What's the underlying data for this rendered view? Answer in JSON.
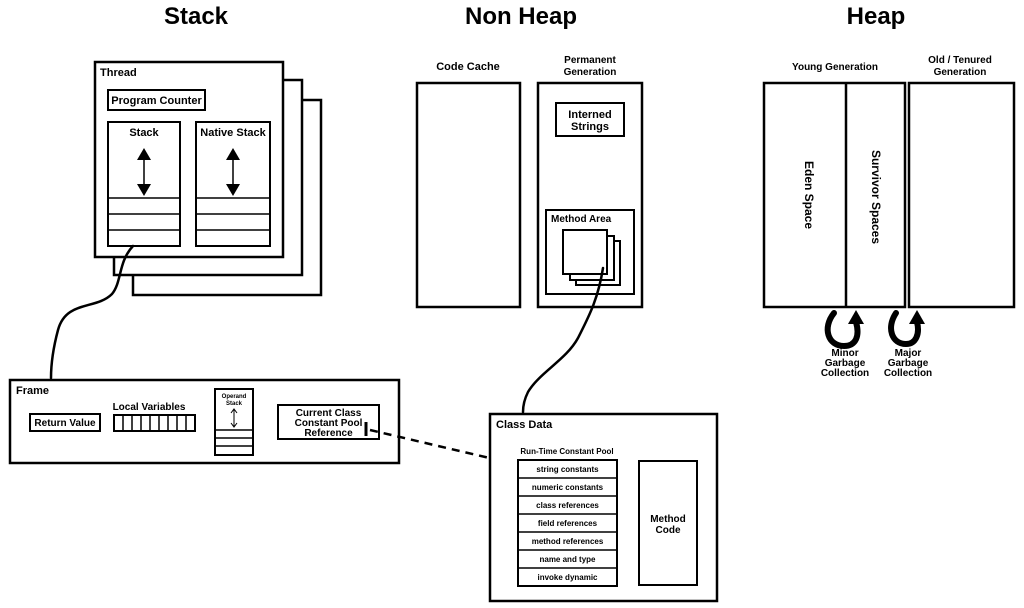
{
  "titles": {
    "stack": "Stack",
    "non_heap": "Non Heap",
    "heap": "Heap"
  },
  "thread": {
    "label": "Thread",
    "program_counter": "Program Counter",
    "stack": "Stack",
    "native_stack": "Native Stack"
  },
  "frame": {
    "label": "Frame",
    "return_value": "Return Value",
    "local_variables": "Local Variables",
    "operand_stack_line1": "Operand",
    "operand_stack_line2": "Stack",
    "ccp_ref_line1": "Current Class",
    "ccp_ref_line2": "Constant Pool",
    "ccp_ref_line3": "Reference"
  },
  "non_heap": {
    "code_cache": "Code Cache",
    "perm_gen_line1": "Permanent",
    "perm_gen_line2": "Generation",
    "interned_line1": "Interned",
    "interned_line2": "Strings",
    "method_area": "Method Area"
  },
  "heap": {
    "young_generation": "Young Generation",
    "old_line1": "Old / Tenured",
    "old_line2": "Generation",
    "eden_space": "Eden Space",
    "survivor_spaces": "Survivor Spaces",
    "minor_gc_line1": "Minor",
    "minor_gc_line2": "Garbage",
    "minor_gc_line3": "Collection",
    "major_gc_line1": "Major",
    "major_gc_line2": "Garbage",
    "major_gc_line3": "Collection"
  },
  "class_data": {
    "label": "Class Data",
    "pool_title": "Run-Time Constant Pool",
    "pool_entries": [
      "string constants",
      "numeric constants",
      "class references",
      "field references",
      "method references",
      "name and type",
      "invoke dynamic"
    ],
    "method_code_line1": "Method",
    "method_code_line2": "Code"
  }
}
